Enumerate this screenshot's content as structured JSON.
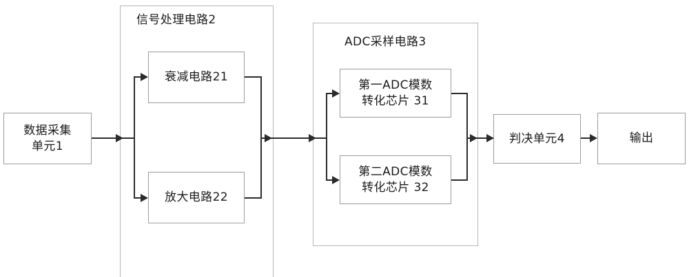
{
  "diagram": {
    "blocks": {
      "data_acquisition": "数据采集\n单元1",
      "attenuation": "衰减电路21",
      "amplification": "放大电路22",
      "adc_chip_1": "第一ADC模数\n转化芯片 31",
      "adc_chip_2": "第二ADC模数\n转化芯片 32",
      "decision_unit": "判决单元4",
      "output": "输出"
    },
    "groups": {
      "signal_processing": "信号处理电路2",
      "adc_sampling": "ADC采样电路3"
    },
    "colors": {
      "box_border": "#9a9a9a",
      "group_border": "#b5b5b5",
      "wire": "#2b2b2b",
      "text": "#1a1a1a",
      "background": "#ffffff"
    }
  }
}
